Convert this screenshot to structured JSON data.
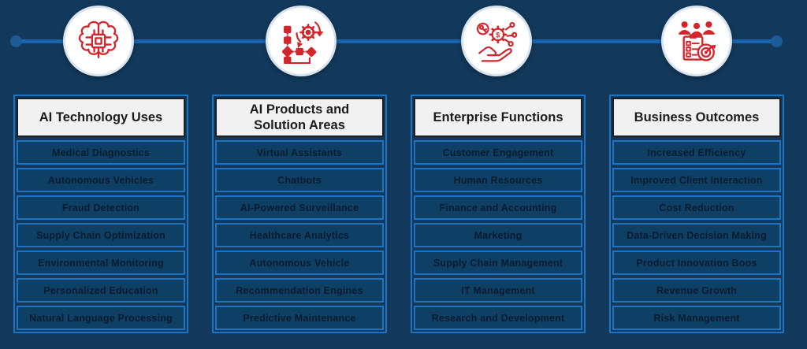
{
  "colors": {
    "background": "#12395B",
    "accent_blue": "#1E73C2",
    "timeline_blue": "#1A65AE",
    "icon_red": "#D2262C",
    "header_bg": "#F1F1F1",
    "item_text": "#0A1B2E"
  },
  "timeline": {
    "icons": [
      {
        "name": "ai-brain-chip-icon"
      },
      {
        "name": "automation-process-gear-icon"
      },
      {
        "name": "hand-gear-dollar-icon"
      },
      {
        "name": "team-checklist-target-icon"
      }
    ]
  },
  "columns": [
    {
      "title": "AI Technology Uses",
      "items": [
        "Medical Diagnostics",
        "Autonomous Vehicles",
        "Fraud Detection",
        "Supply Chain Optimization",
        "Environmental Monitoring",
        "Personalized Education",
        "Natural Language Processing"
      ]
    },
    {
      "title": "AI Products and Solution Areas",
      "items": [
        "Virtual Assistants",
        "Chatbots",
        "AI-Powered Surveillance",
        "Healthcare Analytics",
        "Autonomous Vehicle",
        "Recommendation Engines",
        "Predictive Maintenance"
      ]
    },
    {
      "title": "Enterprise Functions",
      "items": [
        "Customer Engagement",
        "Human Resources",
        "Finance and Accounting",
        "Marketing",
        "Supply Chain Management",
        "IT Management",
        "Research and Development"
      ]
    },
    {
      "title": "Business Outcomes",
      "items": [
        "Increased Efficiency",
        "Improved Client Interaction",
        "Cost Reduction",
        "Data-Driven Decision Making",
        "Product Innovation Boos",
        "Revenue Growth",
        "Risk Management"
      ]
    }
  ]
}
